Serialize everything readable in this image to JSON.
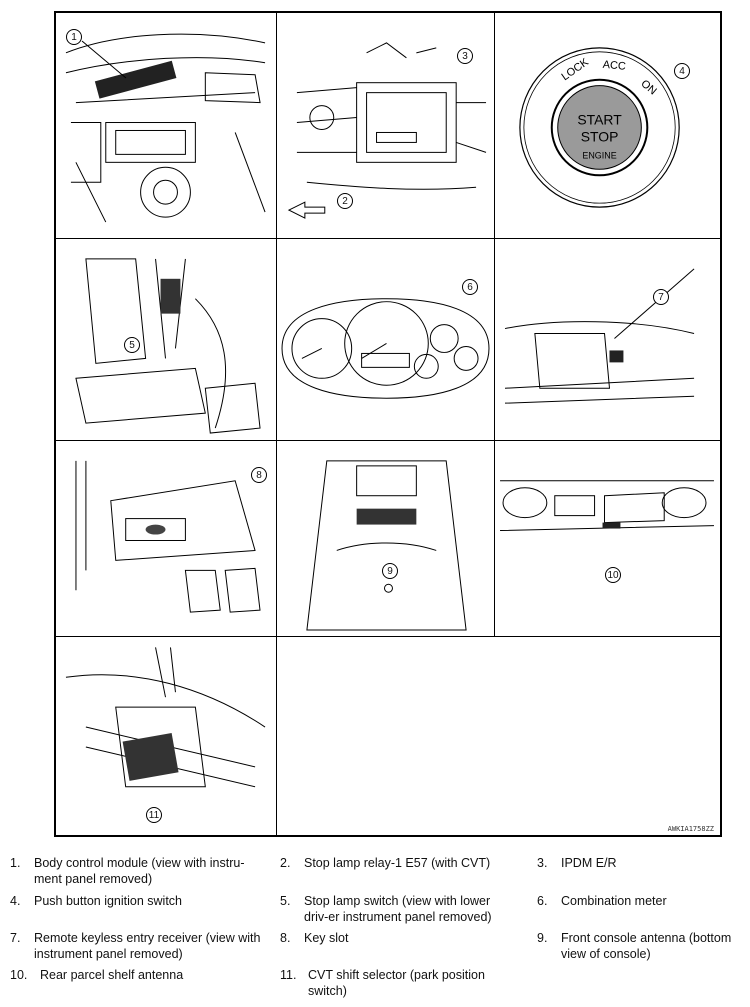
{
  "figure": {
    "code": "AWKIA1758ZZ",
    "direction_arrow": "left-arrow-icon",
    "callouts": [
      "1",
      "2",
      "3",
      "4",
      "5",
      "6",
      "7",
      "8",
      "9",
      "10",
      "11"
    ],
    "ignition_labels": {
      "lock": "LOCK",
      "acc": "ACC",
      "on": "ON",
      "start": "START",
      "stop": "STOP",
      "engine": "ENGINE"
    }
  },
  "legend": [
    {
      "num": "1.",
      "text": "Body control module (view with instru-ment panel removed)"
    },
    {
      "num": "2.",
      "text": "Stop lamp relay-1 E57 (with CVT)"
    },
    {
      "num": "3.",
      "text": "IPDM E/R"
    },
    {
      "num": "4.",
      "text": "Push button ignition switch"
    },
    {
      "num": "5.",
      "text": "Stop lamp switch (view with lower driv-er instrument panel removed)"
    },
    {
      "num": "6.",
      "text": "Combination meter"
    },
    {
      "num": "7.",
      "text": "Remote keyless entry receiver (view with instrument panel removed)"
    },
    {
      "num": "8.",
      "text": "Key slot"
    },
    {
      "num": "9.",
      "text": "Front console antenna (bottom view of console)"
    },
    {
      "num": "10.",
      "text": "Rear parcel shelf antenna"
    },
    {
      "num": "11.",
      "text": "CVT shift selector (park position switch)"
    }
  ]
}
